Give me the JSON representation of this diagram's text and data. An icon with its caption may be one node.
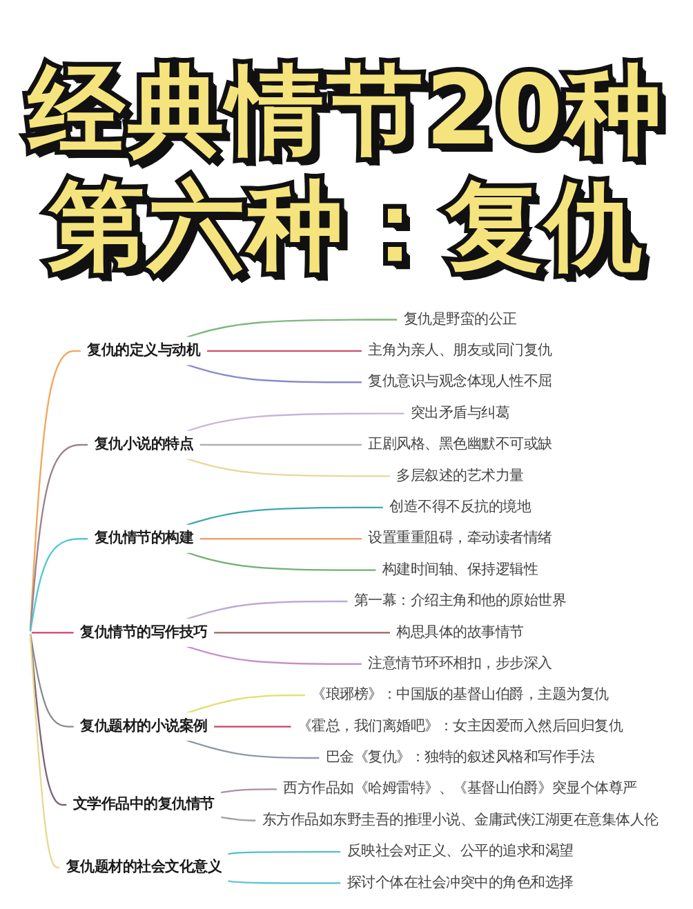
{
  "diagram": {
    "title": "经典情节20种第六种：复仇",
    "nodes": [
      {
        "text": [
          "复仇的定义与动机"
        ]
      },
      {
        "text": [
          "复仇是野蛮的公正"
        ]
      },
      {
        "text": [
          "主角为亲人、朋友或同门复仇"
        ]
      },
      {
        "text": [
          "复仇意识与观念体现人性不屈"
        ]
      },
      {
        "text": [
          "复仇小说的特点"
        ]
      },
      {
        "text": [
          "突出矛盾与纠葛"
        ]
      },
      {
        "text": [
          "正剧风格、黑色幽默不可或缺"
        ]
      },
      {
        "text": [
          "多层叙述的艺术力量"
        ]
      },
      {
        "text": [
          "复仇情节的构建"
        ]
      },
      {
        "text": [
          "创造不得不反抗的境地"
        ]
      },
      {
        "text": [
          "设置重重阻碍，牵动读者情绪"
        ]
      },
      {
        "text": [
          "构建时间轴、保持逻辑性"
        ]
      },
      {
        "text": [
          "复仇情节的写作技巧"
        ]
      },
      {
        "text": [
          "第一幕：介绍主角和他的原始世界"
        ]
      },
      {
        "text": [
          "构思具体的故事情节"
        ]
      },
      {
        "text": [
          "注意情节环环相扣，步步深入"
        ]
      },
      {
        "text": [
          "复仇题材的小说案例"
        ]
      },
      {
        "text": [
          "《琅琊榜》：中国版的基督山伯爵，主题为复仇"
        ]
      },
      {
        "text": [
          "《霍总，我们离婚吧》：女主因爱而入然后回归复仇"
        ]
      },
      {
        "text": [
          "巴金《复仇》：独特的叙述风格和写作手法"
        ]
      },
      {
        "text": [
          "文学作品中的复仇情节"
        ]
      },
      {
        "text": [
          "西方作品如《哈姆雷特》、《基督山伯爵》突显个体尊严"
        ]
      },
      {
        "text": [
          "东方作品如东野圭吾的推理小说、金庸武侠江湖更在意集体人伦"
        ]
      },
      {
        "text": [
          "复仇题材的社会文化意义"
        ]
      },
      {
        "text": [
          "反映社会对正义、公平的追求和渴望"
        ]
      },
      {
        "text": [
          "探讨个体在社会冲突中的角色和选择"
        ]
      }
    ],
    "edges": [
      {
        "from": null,
        "to": 0,
        "arrow": "none",
        "color": "#f2a65a"
      },
      {
        "from": 0,
        "to": 1,
        "arrow": "none",
        "color": "#7cb87c"
      },
      {
        "from": 0,
        "to": 2,
        "arrow": "none",
        "color": "#c8506e"
      },
      {
        "from": 0,
        "to": 3,
        "arrow": "none",
        "color": "#8a8ac8"
      },
      {
        "from": null,
        "to": 4,
        "arrow": "none",
        "color": "#9a8290"
      },
      {
        "from": 4,
        "to": 5,
        "arrow": "none",
        "color": "#c8b4d8"
      },
      {
        "from": 4,
        "to": 6,
        "arrow": "none",
        "color": "#b0b0b0"
      },
      {
        "from": 4,
        "to": 7,
        "arrow": "none",
        "color": "#e8d898"
      },
      {
        "from": null,
        "to": 8,
        "arrow": "none",
        "color": "#50c8d0"
      },
      {
        "from": 8,
        "to": 9,
        "arrow": "none",
        "color": "#3aa8b0"
      },
      {
        "from": 8,
        "to": 10,
        "arrow": "none",
        "color": "#f0a070"
      },
      {
        "from": 8,
        "to": 11,
        "arrow": "none",
        "color": "#70b070"
      },
      {
        "from": null,
        "to": 12,
        "arrow": "none",
        "color": "#d0406a"
      },
      {
        "from": 12,
        "to": 13,
        "arrow": "none",
        "color": "#c0a8d8"
      },
      {
        "from": 12,
        "to": 14,
        "arrow": "none",
        "color": "#a06060"
      },
      {
        "from": 12,
        "to": 15,
        "arrow": "none",
        "color": "#c890c8"
      },
      {
        "from": null,
        "to": 16,
        "arrow": "none",
        "color": "#8c8c8c"
      },
      {
        "from": 16,
        "to": 17,
        "arrow": "none",
        "color": "#e0e070"
      },
      {
        "from": 16,
        "to": 18,
        "arrow": "none",
        "color": "#c84060"
      },
      {
        "from": 16,
        "to": 19,
        "arrow": "none",
        "color": "#9098a8"
      },
      {
        "from": null,
        "to": 20,
        "arrow": "none",
        "color": "#806078"
      },
      {
        "from": 20,
        "to": 21,
        "arrow": "none",
        "color": "#a890a8"
      },
      {
        "from": 20,
        "to": 22,
        "arrow": "none",
        "color": "#a0a0a0"
      },
      {
        "from": null,
        "to": 23,
        "arrow": "none",
        "color": "#e8d890"
      },
      {
        "from": 23,
        "to": 24,
        "arrow": "none",
        "color": "#50c0c8"
      },
      {
        "from": 23,
        "to": 25,
        "arrow": "none",
        "color": "#60c8d0"
      }
    ]
  }
}
